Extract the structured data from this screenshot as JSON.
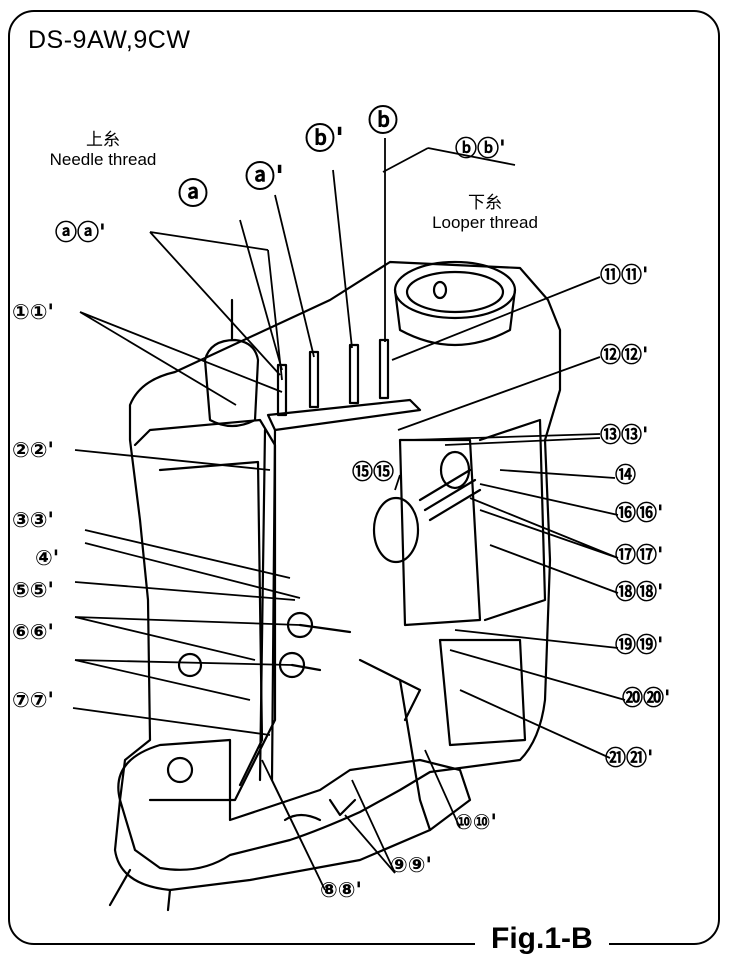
{
  "title": "DS-9AW,9CW",
  "caption": "Fig.1-B",
  "needle_thread": {
    "jp": "上糸",
    "en": "Needle thread"
  },
  "looper_thread": {
    "jp": "下糸",
    "en": "Looper thread"
  },
  "callouts": [
    {
      "id": "a_a",
      "text": "ⓐⓐ'"
    },
    {
      "id": "a",
      "text": "ⓐ"
    },
    {
      "id": "a_prime",
      "text": "ⓐ'"
    },
    {
      "id": "b_prime",
      "text": "ⓑ'"
    },
    {
      "id": "b",
      "text": "ⓑ"
    },
    {
      "id": "b_b",
      "text": "ⓑⓑ'"
    },
    {
      "id": "p1",
      "text": "①①'"
    },
    {
      "id": "p2",
      "text": "②②'"
    },
    {
      "id": "p3",
      "text": "③③'"
    },
    {
      "id": "p4",
      "text": "④'"
    },
    {
      "id": "p5",
      "text": "⑤⑤'"
    },
    {
      "id": "p6",
      "text": "⑥⑥'"
    },
    {
      "id": "p7",
      "text": "⑦⑦'"
    },
    {
      "id": "p8",
      "text": "⑧⑧'"
    },
    {
      "id": "p9",
      "text": "⑨⑨'"
    },
    {
      "id": "p10",
      "text": "⑩⑩'"
    },
    {
      "id": "p11",
      "text": "⑪⑪'"
    },
    {
      "id": "p12",
      "text": "⑫⑫'"
    },
    {
      "id": "p13",
      "text": "⑬⑬'"
    },
    {
      "id": "p14",
      "text": "⑭"
    },
    {
      "id": "p15",
      "text": "⑮⑮"
    },
    {
      "id": "p16",
      "text": "⑯⑯'"
    },
    {
      "id": "p17",
      "text": "⑰⑰'"
    },
    {
      "id": "p18",
      "text": "⑱⑱'"
    },
    {
      "id": "p19",
      "text": "⑲⑲'"
    },
    {
      "id": "p20",
      "text": "⑳⑳'"
    },
    {
      "id": "p21",
      "text": "㉑㉑'"
    }
  ]
}
